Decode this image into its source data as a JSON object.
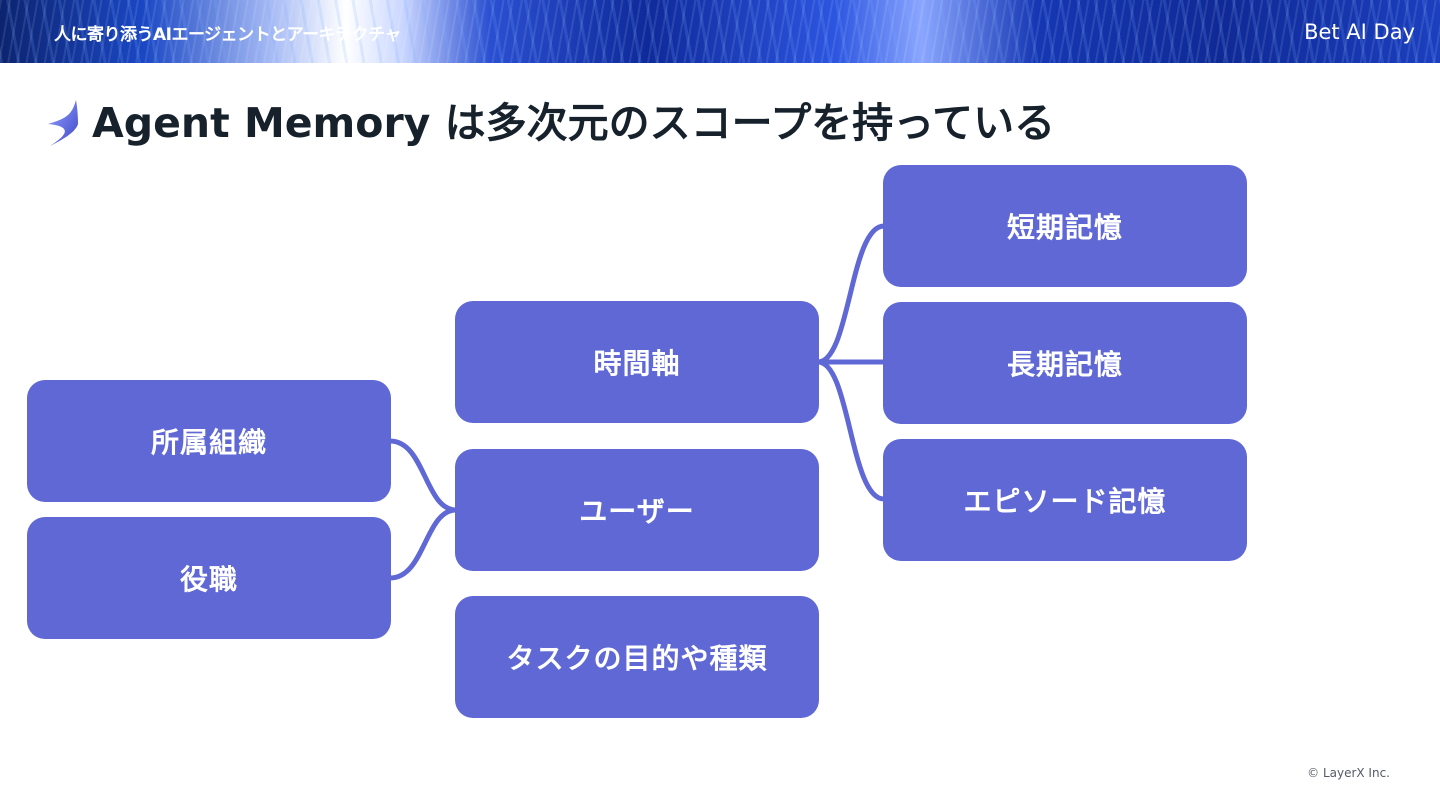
{
  "header": {
    "series_title": "人に寄り添うAIエージェントとアーキテクチャ",
    "event_logo": "Bet AI Day"
  },
  "slide": {
    "title": "Agent Memory は多次元のスコープを持っている",
    "title_icon": "sparkle-icon",
    "accent_color": "#5f68d4"
  },
  "diagram": {
    "org": "所属組織",
    "role": "役職",
    "time": "時間軸",
    "user": "ユーザー",
    "task": "タスクの目的や種類",
    "short": "短期記憶",
    "long": "長期記憶",
    "episodic": "エピソード記憶"
  },
  "footer": {
    "copyright": "© LayerX Inc."
  }
}
